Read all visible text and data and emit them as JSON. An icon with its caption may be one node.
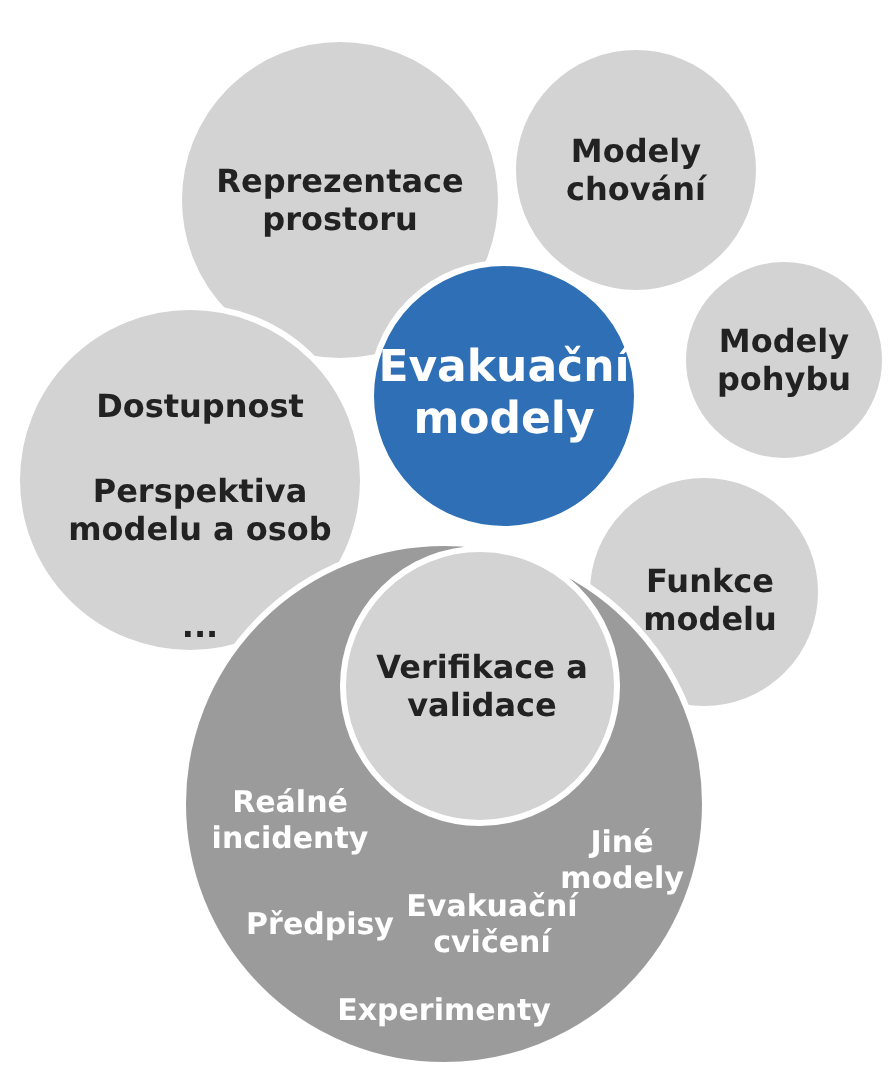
{
  "diagram": {
    "nodes": [
      {
        "text": [
          "Reprezentace prostoru"
        ]
      },
      {
        "text": [
          "Modely chování"
        ]
      },
      {
        "text": [
          "Evakuační modely"
        ]
      },
      {
        "text": [
          "Modely pohybu"
        ]
      },
      {
        "text": [
          "Dostupnost",
          "Perspektiva modelu a osob",
          "..."
        ]
      },
      {
        "text": [
          "Funkce modelu"
        ]
      },
      {
        "text": [
          "Reálné incidenty",
          "Jiné modely",
          "Předpisy",
          "Evakuační cvičení",
          "Experimenty"
        ]
      },
      {
        "text": [
          "Verifikace a validace"
        ],
        "in": 6
      }
    ]
  }
}
